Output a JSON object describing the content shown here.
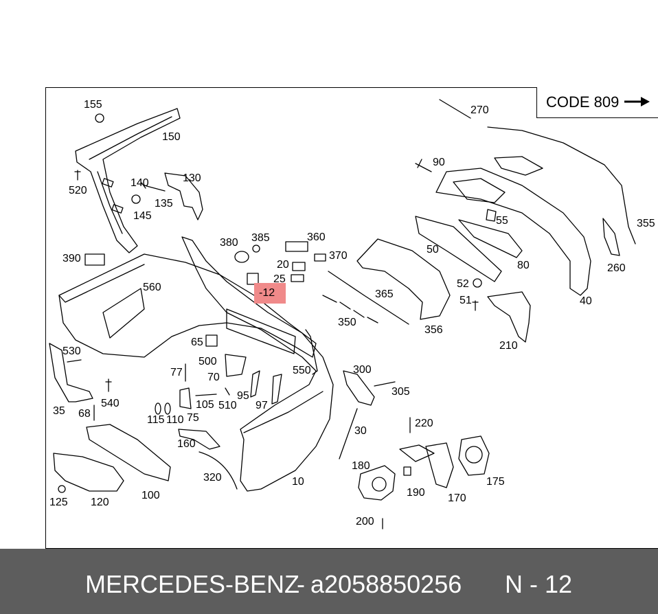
{
  "code_box": {
    "label": "CODE 809",
    "icon": "arrow-right-icon"
  },
  "highlighted_part": {
    "label": "12",
    "color": "#f08a8a"
  },
  "part_labels": [
    "155",
    "150",
    "270",
    "520",
    "140",
    "130",
    "135",
    "145",
    "90",
    "380",
    "385",
    "360",
    "390",
    "20",
    "370",
    "25",
    "560",
    "365",
    "350",
    "50",
    "55",
    "80",
    "356",
    "355",
    "260",
    "52",
    "51",
    "40",
    "210",
    "530",
    "65",
    "500",
    "550",
    "300",
    "77",
    "70",
    "95",
    "540",
    "510",
    "97",
    "305",
    "35",
    "68",
    "105",
    "115",
    "110",
    "75",
    "220",
    "160",
    "30",
    "320",
    "180",
    "175",
    "190",
    "170",
    "125",
    "120",
    "100",
    "10",
    "200"
  ],
  "footer": {
    "brand": "MERCEDES-BENZ",
    "separator": "-",
    "part_number": "a2058850256",
    "page": "N - 12"
  },
  "colors": {
    "footer_bg": "#5d5d5d",
    "footer_text": "#ffffff"
  }
}
